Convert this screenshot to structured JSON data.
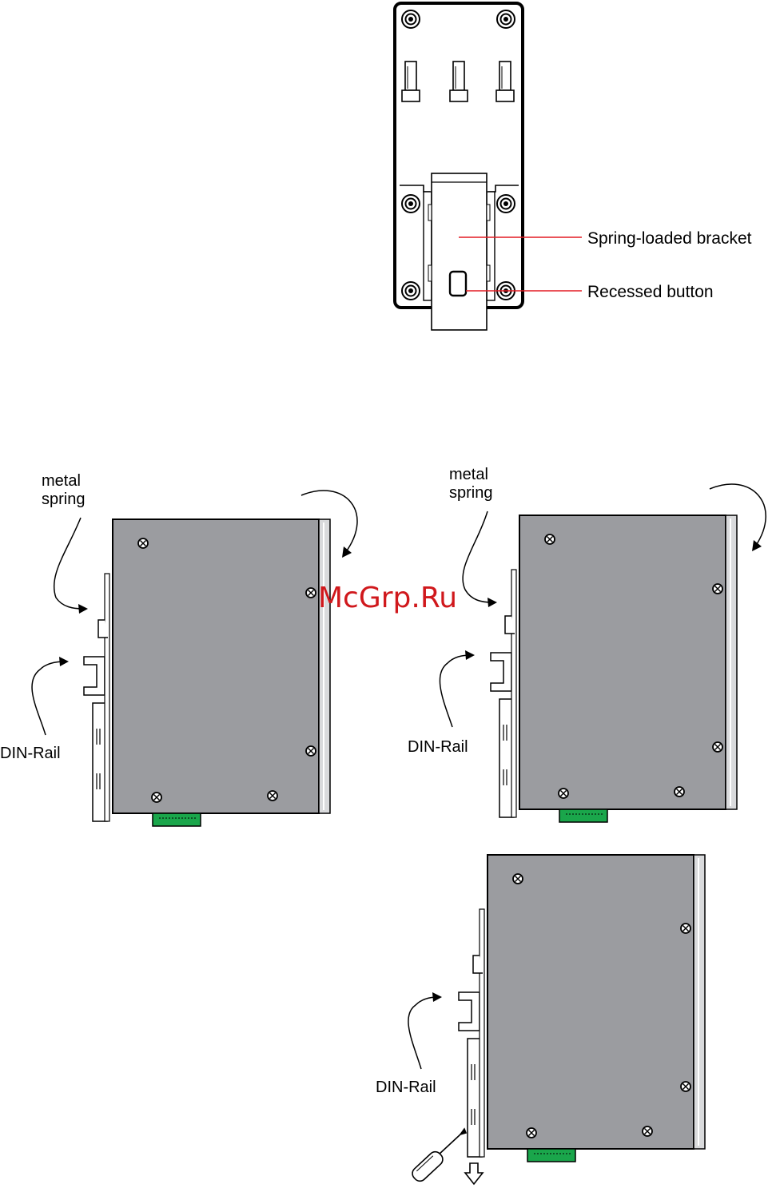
{
  "callouts": {
    "spring_bracket": "Spring-loaded bracket",
    "recessed_button": "Recessed button"
  },
  "steps": [
    {
      "spring_label_line1": "metal",
      "spring_label_line2": "spring",
      "rail_label": "DIN-Rail"
    },
    {
      "spring_label_line1": "metal",
      "spring_label_line2": "spring",
      "rail_label": "DIN-Rail"
    },
    {
      "rail_label": "DIN-Rail"
    }
  ],
  "watermark": "McGrp.Ru",
  "colors": {
    "callout_line": "#e31b23",
    "housing": "#9b9ca0",
    "terminal": "#1aa64b",
    "watermark": "#d0181c"
  },
  "icons": [
    "screw-icon",
    "arrow-icon",
    "screwdriver-icon",
    "down-arrow-icon"
  ]
}
